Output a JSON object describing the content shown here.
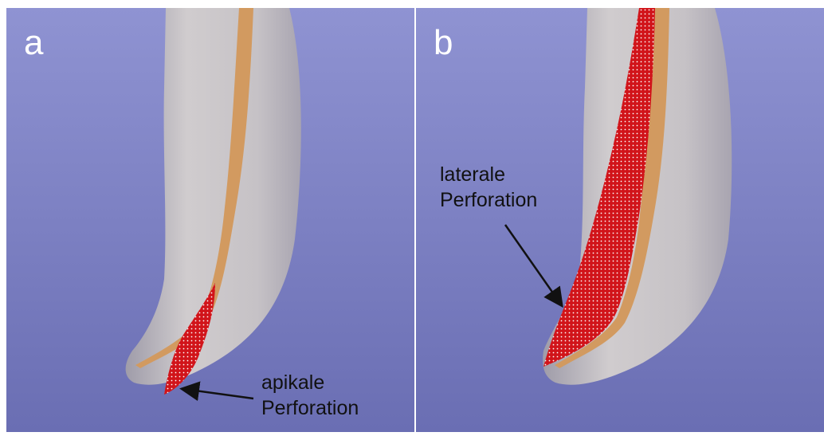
{
  "panel_a": {
    "letter": "a",
    "caption": {
      "line1": "apikale",
      "line2": "Perforation"
    }
  },
  "panel_b": {
    "letter": "b",
    "caption": {
      "line1": "laterale",
      "line2": "Perforation"
    }
  },
  "colors": {
    "background_top": "#8e92d0",
    "background_bottom": "#6b6fb4",
    "tooth": "#c9c5c8",
    "canal": "#d29a60",
    "perforation": "#d1141a",
    "label": "#ffffff",
    "text": "#111111"
  }
}
